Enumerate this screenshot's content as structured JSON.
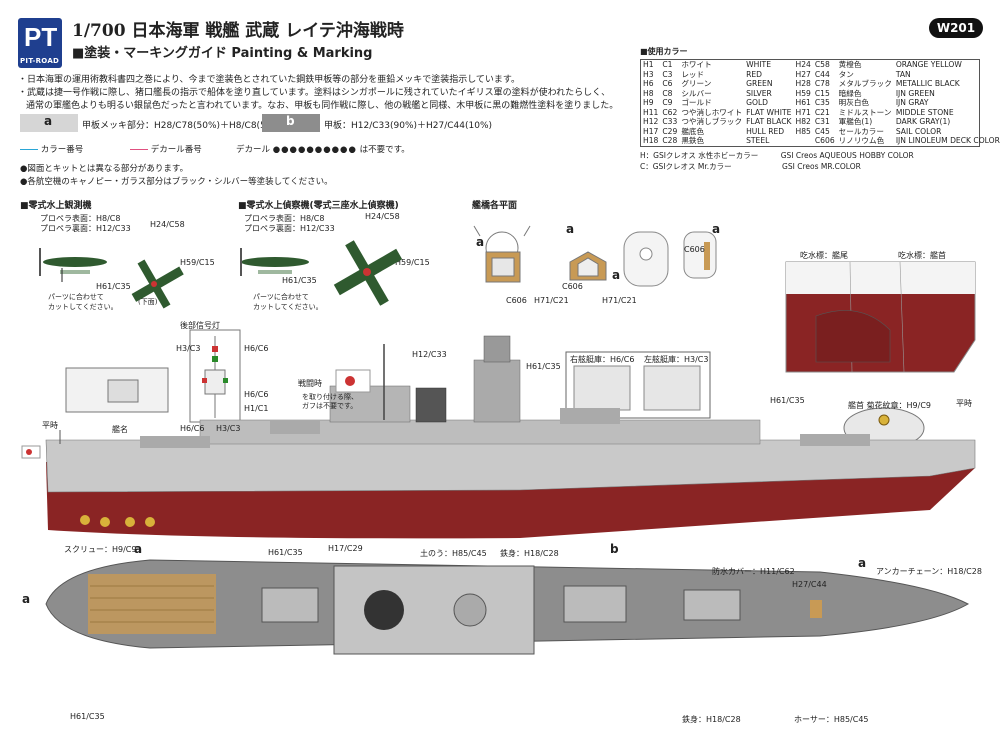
{
  "header": {
    "logo_text": "PT",
    "logo_sub": "PIT-ROAD",
    "title": "1/700 日本海軍 戦艦 武蔵 レイテ沖海戦時",
    "subtitle": "■塗装・マーキングガイド Painting & Marking",
    "code": "W201"
  },
  "notes": {
    "line1": "・日本海軍の運用術教科書四之巻により、今まで塗装色とされていた鋼鉄甲板等の部分を亜鉛メッキで塗装指示しています。",
    "line2": "・武蔵は捷一号作戦に際し、猪口艦長の指示で船体を塗り直しています。塗料はシンガポールに残されていたイギリス軍の塗料が使われたらしく、",
    "line3": "通常の軍艦色よりも明るい銀鼠色だったと言われています。なお、甲板も同作戦に際し、他の戦艦と同様、木甲板に黒の難燃性塗料を塗りました。"
  },
  "swatches": {
    "a_letter": "a",
    "a_label": "甲板メッキ部分：H28/C78(50%)＋H8/C8(50%)",
    "b_letter": "b",
    "b_label": "甲板：H12/C33(90%)＋H27/C44(10%)"
  },
  "legend": {
    "color_no": "カラー番号",
    "decal_no": "デカール番号",
    "decal_prefix": "デカール",
    "decal_suffix": "は不要です。"
  },
  "warnings": {
    "w1": "●図面とキットとは異なる部分があります。",
    "w2": "●各航空機のキャノピー・ガラス部分はブラック・シルバー等塗装してください。"
  },
  "color_table": {
    "heading": "■使用カラー",
    "rows": [
      [
        "H1",
        "C1",
        "ホワイト",
        "WHITE",
        "H24",
        "C58",
        "黄橙色",
        "ORANGE YELLOW"
      ],
      [
        "H3",
        "C3",
        "レッド",
        "RED",
        "H27",
        "C44",
        "タン",
        "TAN"
      ],
      [
        "H6",
        "C6",
        "グリーン",
        "GREEN",
        "H28",
        "C78",
        "メタルブラック",
        "METALLIC BLACK"
      ],
      [
        "H8",
        "C8",
        "シルバー",
        "SILVER",
        "H59",
        "C15",
        "暗緑色",
        "IJN GREEN"
      ],
      [
        "H9",
        "C9",
        "ゴールド",
        "GOLD",
        "H61",
        "C35",
        "明灰白色",
        "IJN GRAY"
      ],
      [
        "H11",
        "C62",
        "つや消しホワイト",
        "FLAT WHITE",
        "H71",
        "C21",
        "ミドルストーン",
        "MIDDLE STONE"
      ],
      [
        "H12",
        "C33",
        "つや消しブラック",
        "FLAT BLACK",
        "H82",
        "C31",
        "軍艦色(1)",
        "DARK GRAY(1)"
      ],
      [
        "H17",
        "C29",
        "艦底色",
        "HULL RED",
        "H85",
        "C45",
        "セールカラー",
        "SAIL COLOR"
      ],
      [
        "H18",
        "C28",
        "黒鉄色",
        "STEEL",
        "",
        "C606",
        "リノリウム色",
        "IJN LINOLEUM DECK COLOR"
      ]
    ],
    "foot1_a": "H：GSIクレオス 水性ホビーカラー",
    "foot1_b": "GSI Creos AQUEOUS HOBBY COLOR",
    "foot2_a": "C：GSIクレオス Mr.カラー",
    "foot2_b": "GSI Creos MR.COLOR"
  },
  "aircraft": {
    "title1": "■零式水上観測機",
    "title2": "■零式水上偵察機(零式三座水上偵察機)",
    "prop_front": "プロペラ表面：H8/C8",
    "prop_back": "プロペラ裏面：H12/C33",
    "h24": "H24/C58",
    "h59": "H59/C15",
    "h61": "H61/C35",
    "cut_note1": "パーツに合わせて",
    "cut_note2": "カットしてください。",
    "underside": "(下面)"
  },
  "bridge": {
    "title": "艦橋各平面",
    "c606": "C606",
    "h71": "H71/C21",
    "a": "a"
  },
  "waterline": {
    "left": "吃水標：艦尾",
    "right": "吃水標：艦首"
  },
  "signal": {
    "title": "後部信号灯",
    "h3": "H3/C3",
    "h6": "H6/C6",
    "h1": "H1/C1",
    "name": "艦名",
    "flat": "平時",
    "war": "戦闘時",
    "war_note1": "を取り付ける際、",
    "war_note2": "ガフは不要です。"
  },
  "boats": {
    "right": "右舷艇庫：H6/C6",
    "left": "左舷艇庫：H3/C3"
  },
  "crest": {
    "label": "艦首 菊花紋章：H9/C9",
    "flat": "平時"
  },
  "profile": {
    "h12": "H12/C33",
    "h61a": "H61/C35",
    "h61b": "H61/C35",
    "screw": "スクリュー：H9/C9",
    "h17": "H17/C29",
    "sand": "土のう：H85/C45",
    "bollard": "鉄身：H18/C28",
    "b": "b"
  },
  "plan": {
    "a": "a",
    "h61": "H61/C35",
    "wave": "防水カバー：H11/C62",
    "h27": "H27/C44",
    "anchor": "アンカーチェーン：H18/C28",
    "bollard": "鉄身：H18/C28",
    "hose": "ホーサー：H85/C45"
  },
  "colors": {
    "hull_red": "#8a2424",
    "hull_gray": "#c9c9c9",
    "deck_gray": "#8d8d8d",
    "wood": "#c89a55",
    "plane_green": "#2f5a2f",
    "navy": "#1f3f8f"
  }
}
